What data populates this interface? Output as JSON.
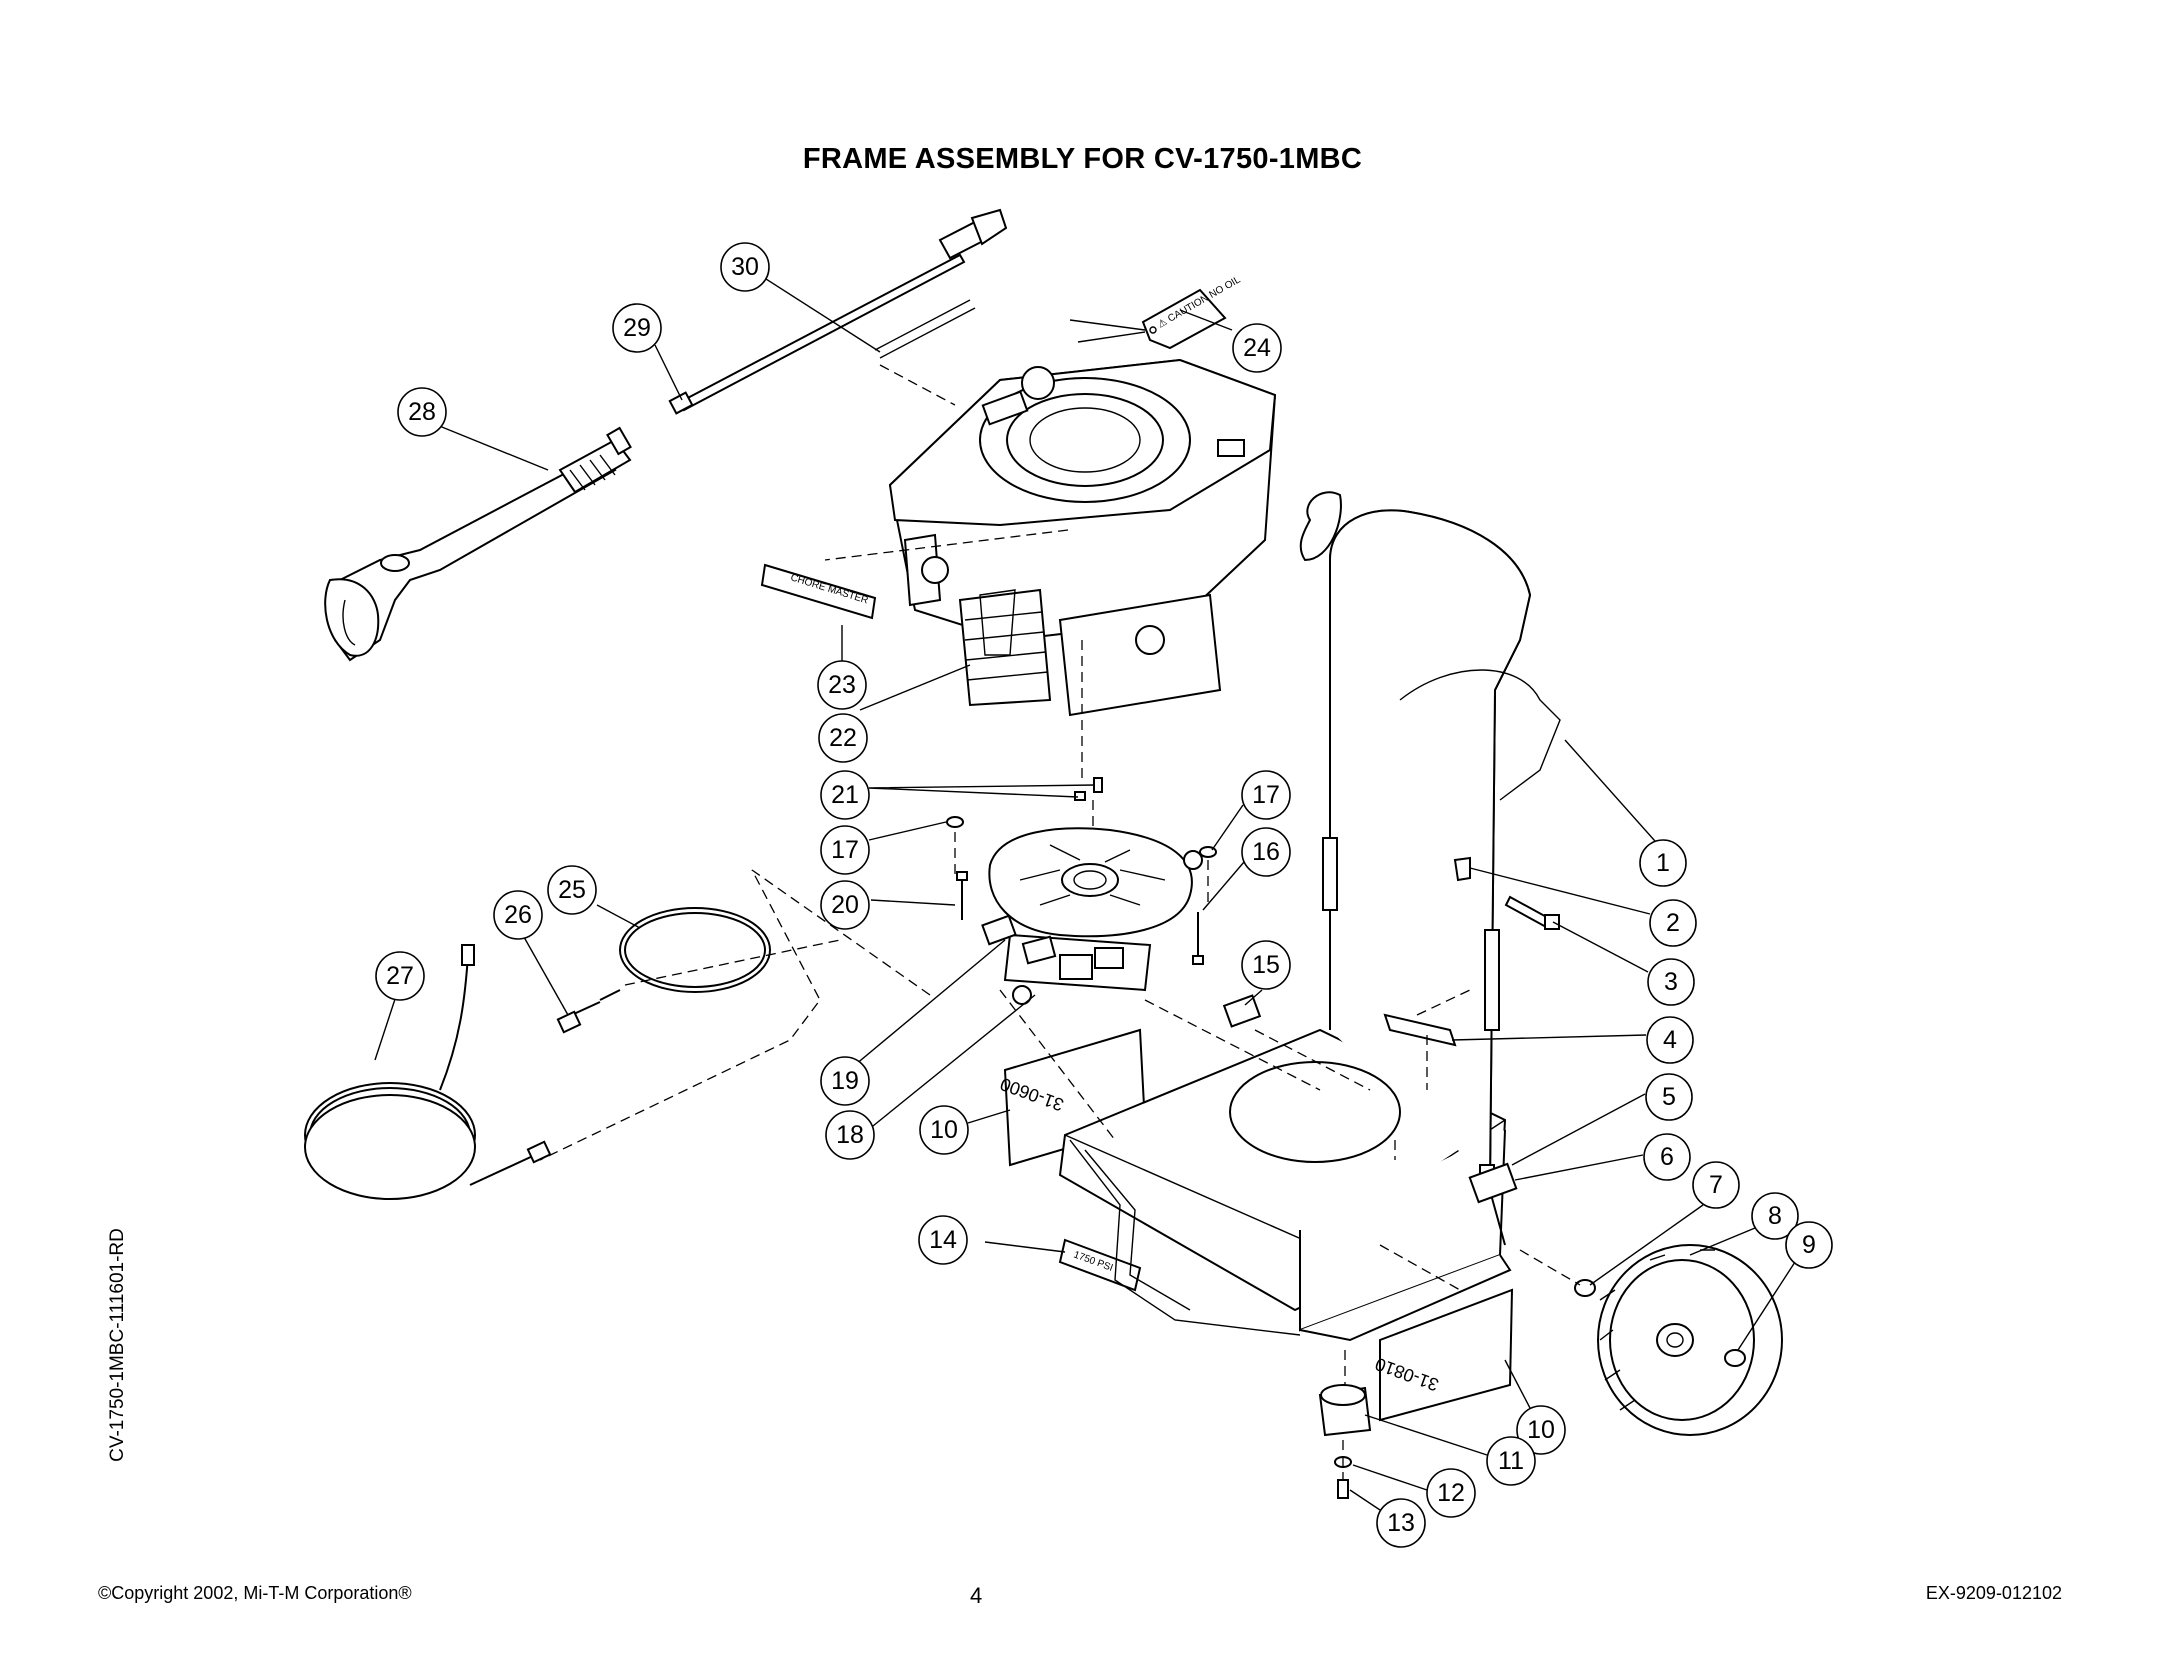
{
  "title": "FRAME ASSEMBLY FOR CV-1750-1MBC",
  "side_code": "CV-1750-1MBC-111601-RD",
  "footer": {
    "copyright": "©Copyright 2002, Mi-T-M Corporation®",
    "page_number": "4",
    "doc_code": "EX-9209-012102"
  },
  "part_labels": {
    "caution_tag": "⚠ CAUTION NO OIL",
    "brand_decal": "CHORE MASTER",
    "psi_decal": "1750 PSI",
    "warning_decal": "31-0600",
    "rear_decal": "31-0810"
  },
  "callouts": [
    {
      "id": "callout-1",
      "label": "1"
    },
    {
      "id": "callout-2",
      "label": "2"
    },
    {
      "id": "callout-3",
      "label": "3"
    },
    {
      "id": "callout-4",
      "label": "4"
    },
    {
      "id": "callout-5",
      "label": "5"
    },
    {
      "id": "callout-6",
      "label": "6"
    },
    {
      "id": "callout-7",
      "label": "7"
    },
    {
      "id": "callout-8",
      "label": "8"
    },
    {
      "id": "callout-9",
      "label": "9"
    },
    {
      "id": "callout-10a",
      "label": "10"
    },
    {
      "id": "callout-10b",
      "label": "10"
    },
    {
      "id": "callout-11",
      "label": "11"
    },
    {
      "id": "callout-12",
      "label": "12"
    },
    {
      "id": "callout-13",
      "label": "13"
    },
    {
      "id": "callout-14",
      "label": "14"
    },
    {
      "id": "callout-15",
      "label": "15"
    },
    {
      "id": "callout-16",
      "label": "16"
    },
    {
      "id": "callout-17a",
      "label": "17"
    },
    {
      "id": "callout-17b",
      "label": "17"
    },
    {
      "id": "callout-18",
      "label": "18"
    },
    {
      "id": "callout-19",
      "label": "19"
    },
    {
      "id": "callout-20",
      "label": "20"
    },
    {
      "id": "callout-21",
      "label": "21"
    },
    {
      "id": "callout-22",
      "label": "22"
    },
    {
      "id": "callout-23",
      "label": "23"
    },
    {
      "id": "callout-24",
      "label": "24"
    },
    {
      "id": "callout-25",
      "label": "25"
    },
    {
      "id": "callout-26",
      "label": "26"
    },
    {
      "id": "callout-27",
      "label": "27"
    },
    {
      "id": "callout-28",
      "label": "28"
    },
    {
      "id": "callout-29",
      "label": "29"
    },
    {
      "id": "callout-30",
      "label": "30"
    }
  ]
}
